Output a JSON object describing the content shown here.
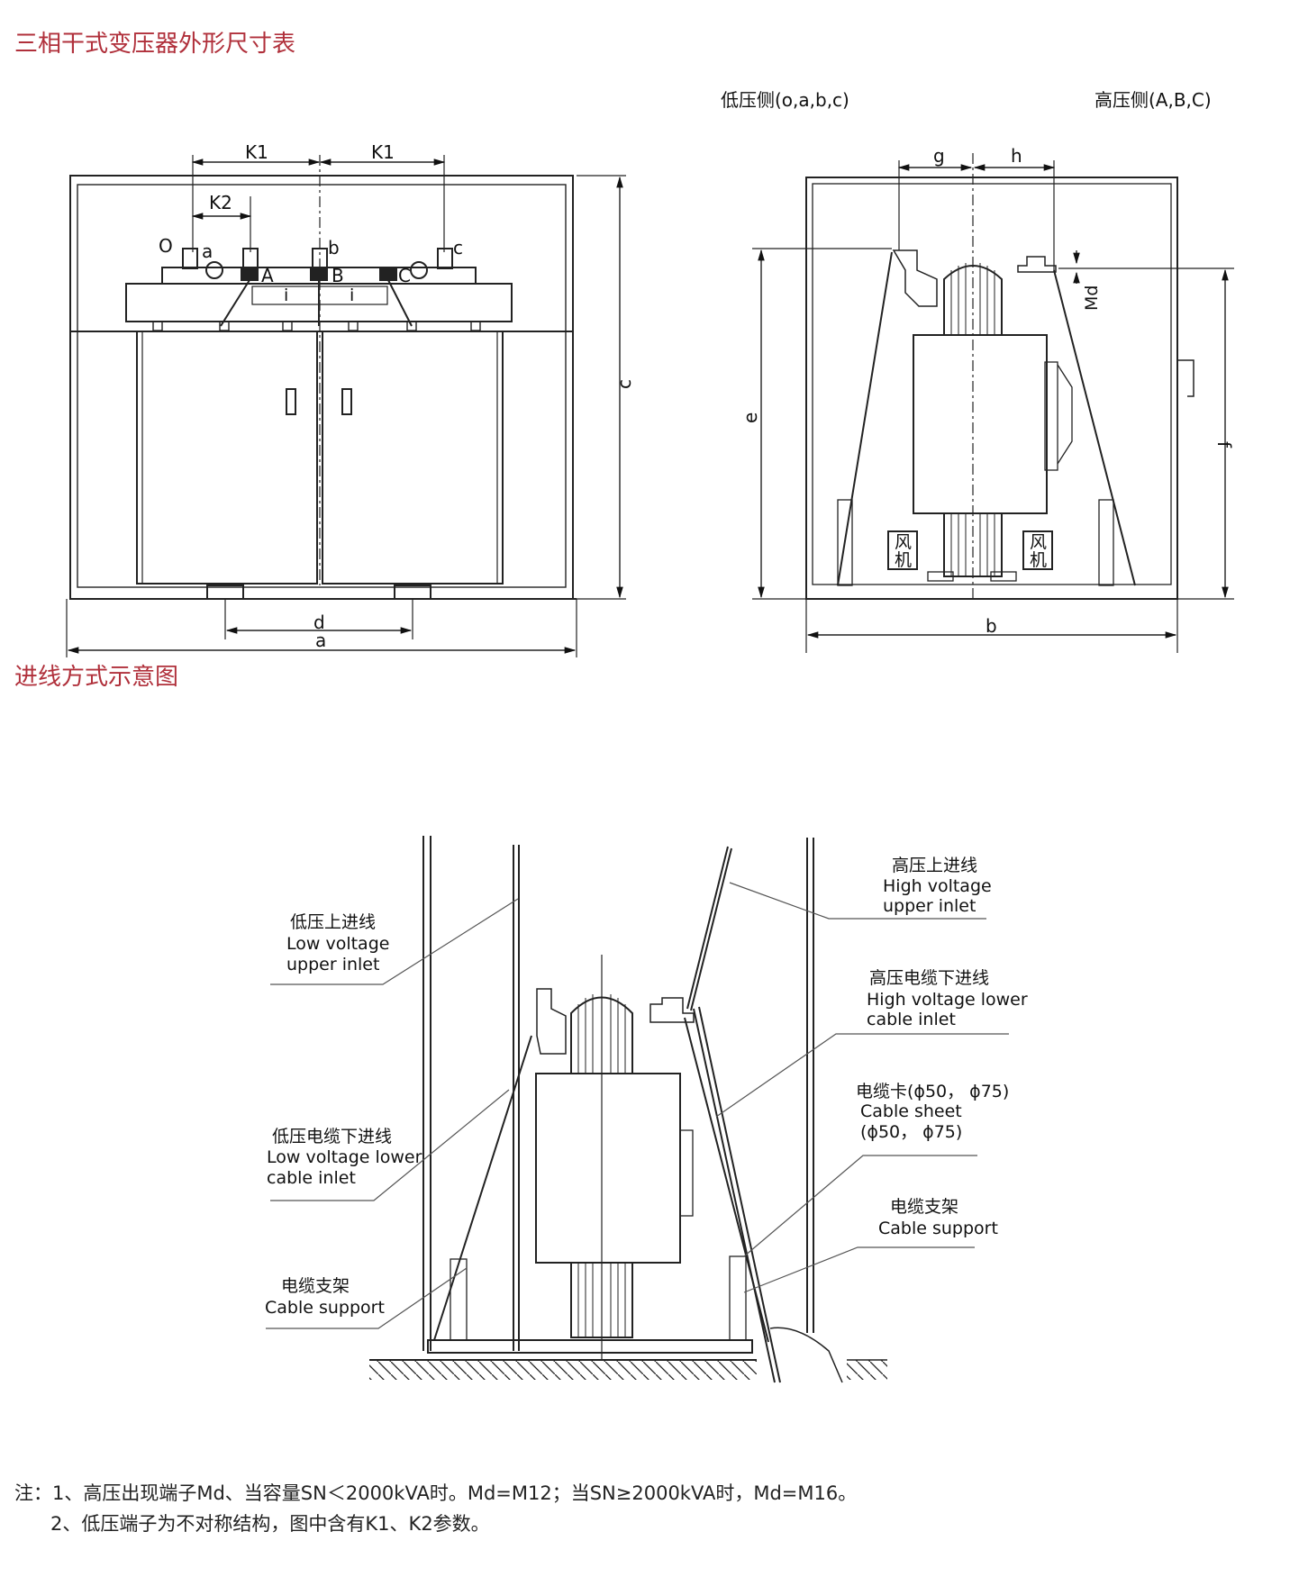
{
  "titles": {
    "dimensions": "三相干式变压器外形尺寸表",
    "inlet": "进线方式示意图"
  },
  "front_view": {
    "dims": {
      "K1_left": "K1",
      "K1_right": "K1",
      "K2": "K2",
      "c": "c",
      "d": "d",
      "a": "a"
    },
    "terminals": {
      "O": "O",
      "a": "a",
      "b": "b",
      "c": "c",
      "A": "A",
      "B": "B",
      "C": "C",
      "i1": "i",
      "i2": "i"
    }
  },
  "side_view": {
    "low_side": "低压侧(o,a,b,c)",
    "high_side": "高压侧(A,B,C)",
    "dims": {
      "g": "g",
      "h": "h",
      "Md": "Md",
      "e": "e",
      "f": "f",
      "b": "b"
    },
    "fan_left": [
      "风",
      "机"
    ],
    "fan_right": [
      "风",
      "机"
    ]
  },
  "inlet_diagram": {
    "hv_upper": [
      "高压上进线",
      "High voltage",
      "upper inlet"
    ],
    "lv_upper": [
      "低压上进线",
      "Low voltage",
      "upper inlet"
    ],
    "hv_lower": [
      "高压电缆下进线",
      "High voltage lower",
      "cable inlet"
    ],
    "cable_sheet": [
      "电缆卡(ϕ50， ϕ75)",
      "Cable sheet",
      "(ϕ50， ϕ75)"
    ],
    "lv_lower": [
      "低压电缆下进线",
      "Low voltage lower",
      "cable inlet"
    ],
    "support_right": [
      "电缆支架",
      "Cable support"
    ],
    "support_left": [
      "电缆支架",
      "Cable support"
    ]
  },
  "notes": [
    "注：1、高压出现端子Md、当容量SN＜2000kVA时。Md=M12；当SN≥2000kVA时，Md=M16。",
    "      2、低压端子为不对称结构，图中含有K1、K2参数。"
  ]
}
